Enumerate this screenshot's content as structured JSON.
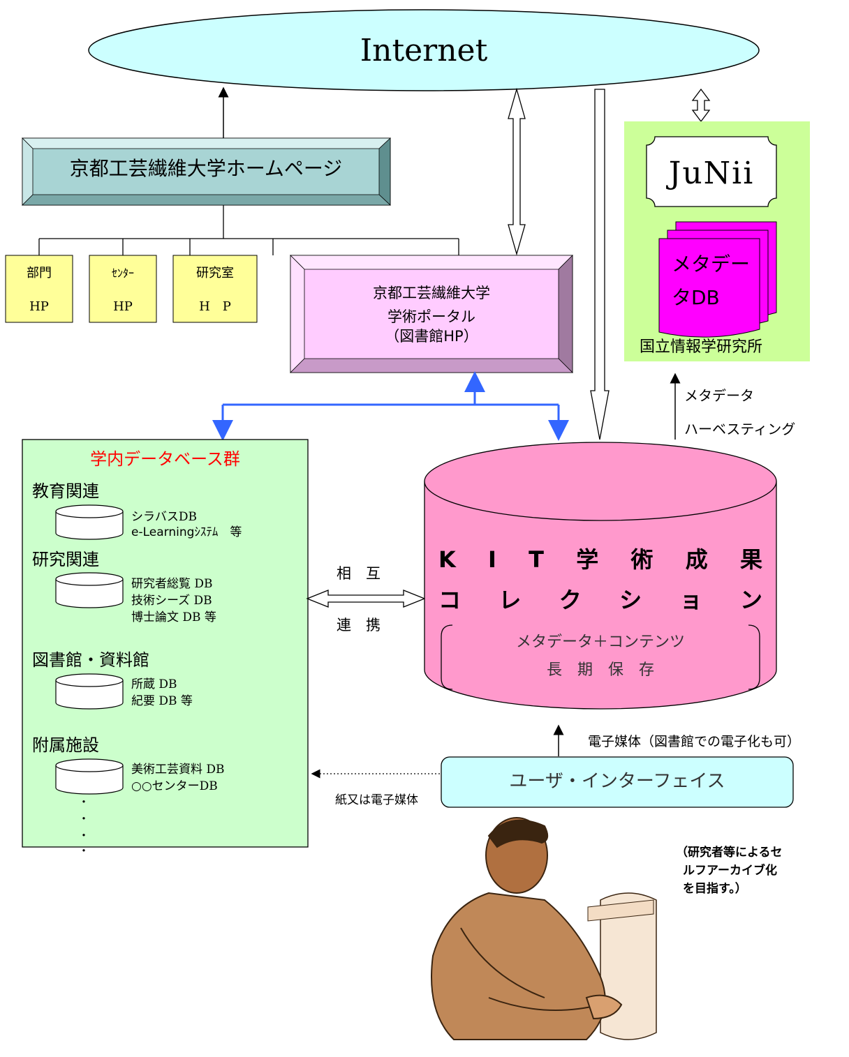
{
  "internet": {
    "label": "Internet"
  },
  "homepage": {
    "label": "京都工芸繊維大学ホームページ"
  },
  "sub_pages": [
    {
      "line1": "部門",
      "line2": "HP"
    },
    {
      "line1": "ｾﾝﾀｰ",
      "line2": "HP"
    },
    {
      "line1": "研究室",
      "line2": "H　P"
    }
  ],
  "portal": {
    "line1": "京都工芸繊維大学",
    "line2": "学術ポータル",
    "line3": "（図書館HP）"
  },
  "junii": {
    "label": "JuNii",
    "metadata_db_line1": "メタデー",
    "metadata_db_line2": "タDB",
    "org": "国立情報学研究所"
  },
  "harvest": {
    "line1": "メタデータ",
    "line2": "ハーベスティング"
  },
  "campus_db": {
    "title": "学内データベース群",
    "groups": [
      {
        "heading": "教育関連",
        "items": [
          "シラバスDB",
          "e-Learningｼｽﾃﾑ　等"
        ]
      },
      {
        "heading": "研究関連",
        "items": [
          "研究者総覧 DB",
          "技術シーズ DB",
          "博士論文 DB 等"
        ]
      },
      {
        "heading": "図書館・資料館",
        "items": [
          "所蔵 DB",
          "紀要 DB 等"
        ]
      },
      {
        "heading": "附属施設",
        "items": [
          "美術工芸資料 DB",
          "○○センターDB"
        ]
      }
    ],
    "dots": "・"
  },
  "mutual": {
    "line1": "相　互",
    "line2": "連　携"
  },
  "kit": {
    "title_line1": [
      "K",
      "I",
      "T",
      "学",
      "術",
      "成",
      "果"
    ],
    "title_line2": [
      "コ",
      "レ",
      "ク",
      "シ",
      "ョ",
      "ン"
    ],
    "content_line1": "メタデータ＋コンテンツ",
    "content_line2": "長　期　保　存"
  },
  "electronic": {
    "label": "電子媒体（図書館での電子化も可）"
  },
  "ui": {
    "label": "ユーザ・インターフェイス"
  },
  "paper": {
    "label": "紙又は電子媒体"
  },
  "self_archive": {
    "line1": "（研究者等によるセ",
    "line2": "ルフアーカイブ化",
    "line3": "を目指す。）"
  },
  "colors": {
    "internet_fill": "#ccffff",
    "homepage_fill": "#a8d4d4",
    "sub_fill": "#ffff99",
    "portal_fill": "#ffccff",
    "junii_bg": "#ccff99",
    "metadata_fill": "#ff00ff",
    "campus_fill": "#ccffcc",
    "kit_fill": "#ff99cc",
    "ui_fill": "#ccffff",
    "blue_arrow": "#3366ff",
    "campus_title": "#ff0000"
  }
}
